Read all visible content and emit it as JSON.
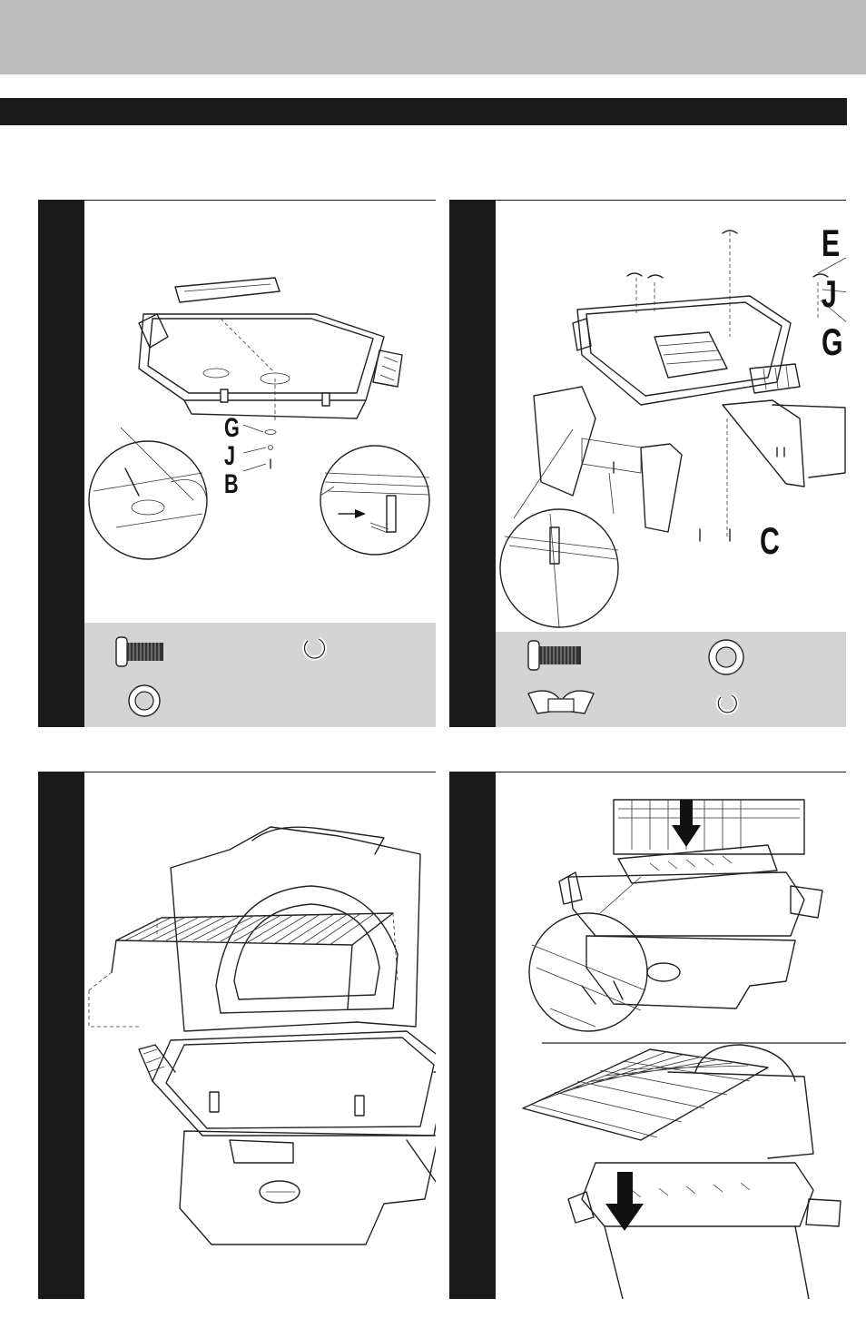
{
  "page": {
    "header_band": "",
    "section_title": ""
  },
  "steps": [
    {
      "id": 1,
      "callouts": {
        "washer": "G",
        "lock_washer": "J",
        "bolt": "B"
      }
    },
    {
      "id": 2,
      "callouts": {
        "nut": "E",
        "lock_washer": "J",
        "washer": "G",
        "bolt": "C"
      }
    },
    {
      "id": 3
    },
    {
      "id": 4
    }
  ],
  "colors": {
    "band": "#bcbcbc",
    "bar": "#1a1a1a",
    "hardware_box": "#d4d4d4"
  },
  "icons": [
    "bolt-icon",
    "washer-icon",
    "lock-washer-icon",
    "wing-nut-icon",
    "arrow-down-icon"
  ]
}
